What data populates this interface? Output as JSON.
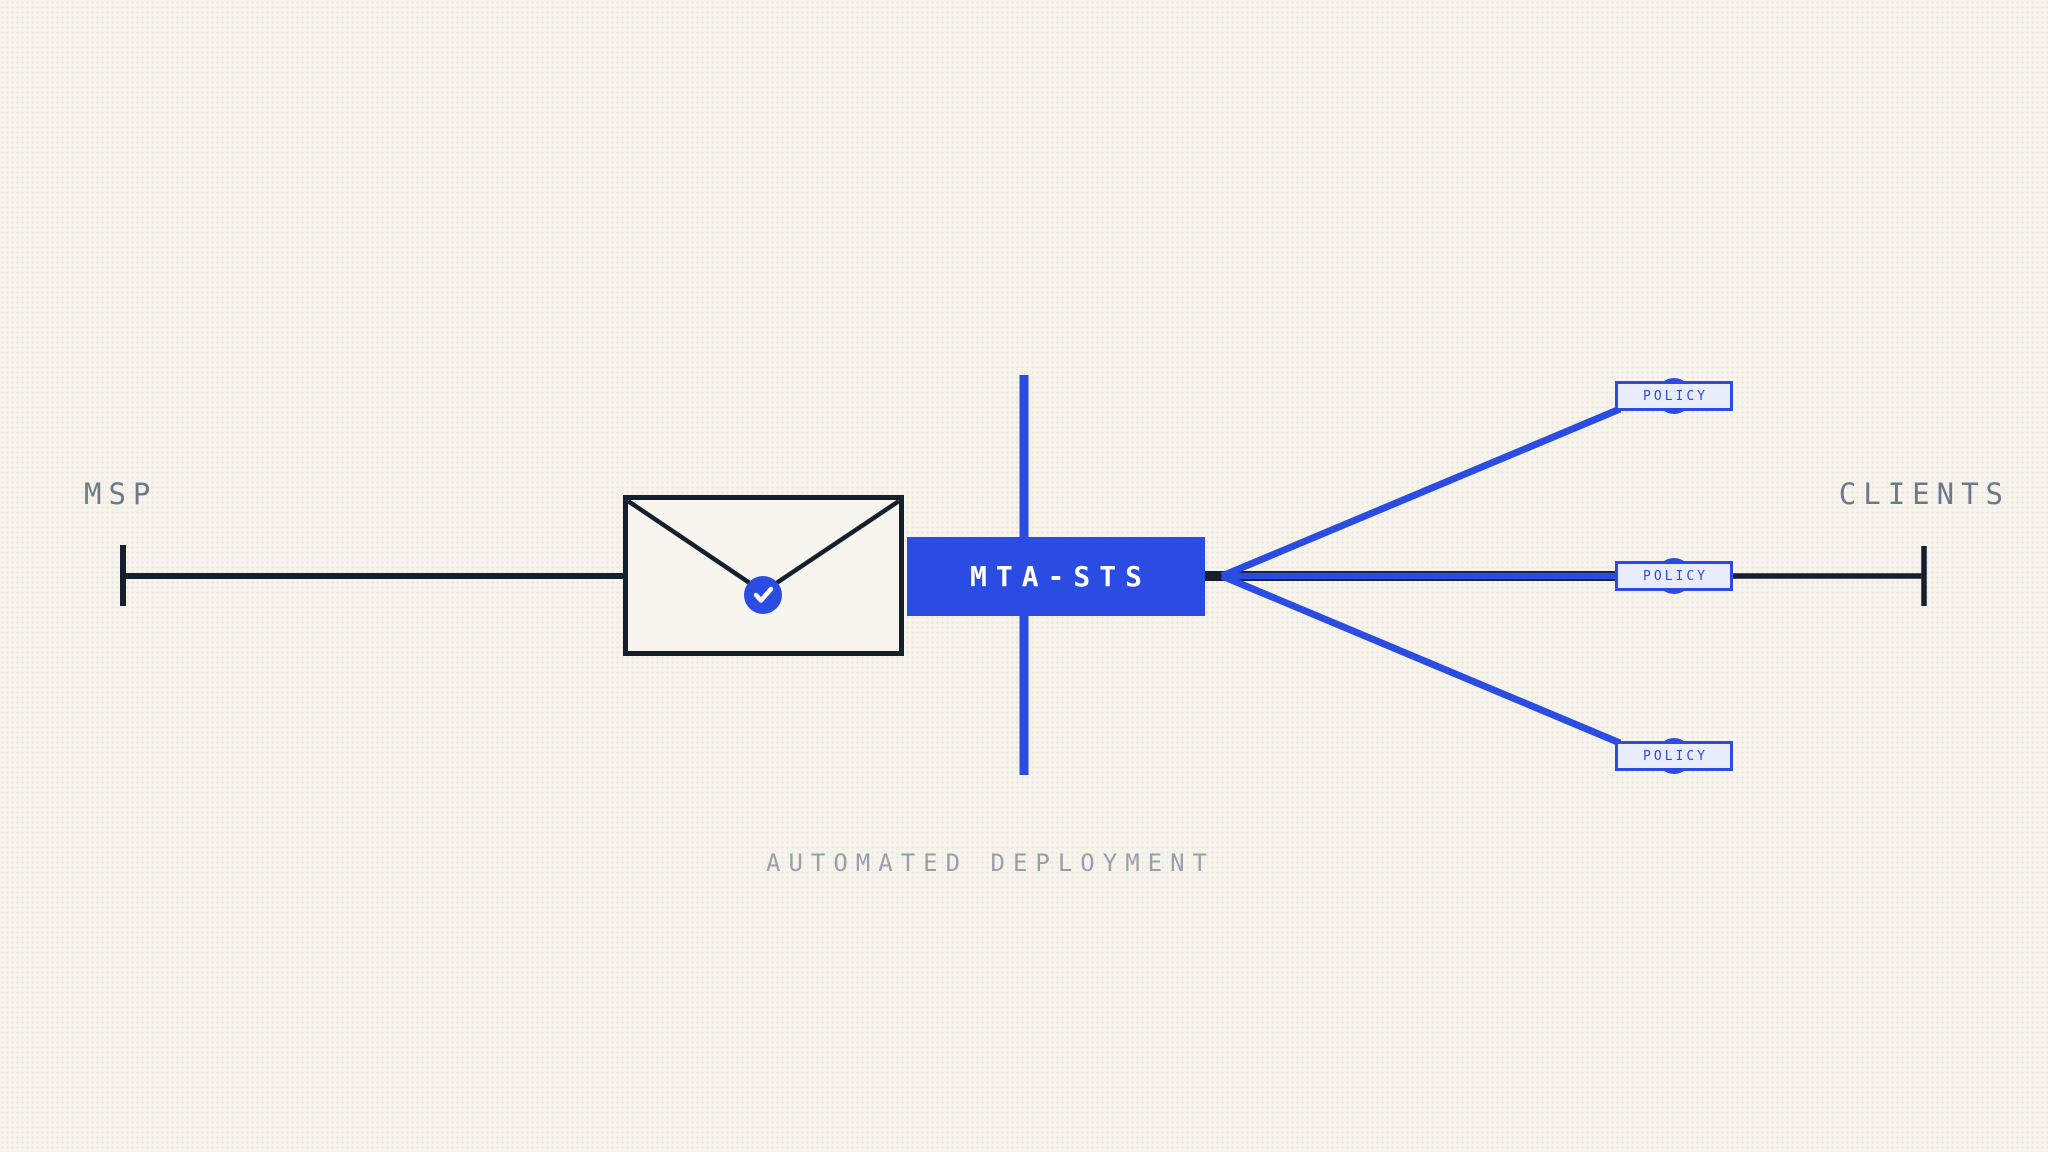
{
  "diagram": {
    "title": "MTA-STS automated deployment diagram",
    "colors": {
      "background": "#f6f3ec",
      "dot_grid": "#e9e5d9",
      "accent_blue": "#2b4ce2",
      "line_dark": "#15202e",
      "endpoint_label_gray": "#6d7888",
      "caption_gray": "#97a0aa",
      "policy_fill": "#e9edfb"
    },
    "left_endpoint": {
      "label": "MSP"
    },
    "right_endpoint": {
      "label": "CLIENTS"
    },
    "gateway": {
      "label": "MTA-STS"
    },
    "envelope": {
      "icon": "envelope-icon",
      "badge": "check-icon"
    },
    "policies": [
      {
        "label": "POLICY"
      },
      {
        "label": "POLICY"
      },
      {
        "label": "POLICY"
      }
    ],
    "caption": "AUTOMATED DEPLOYMENT"
  }
}
